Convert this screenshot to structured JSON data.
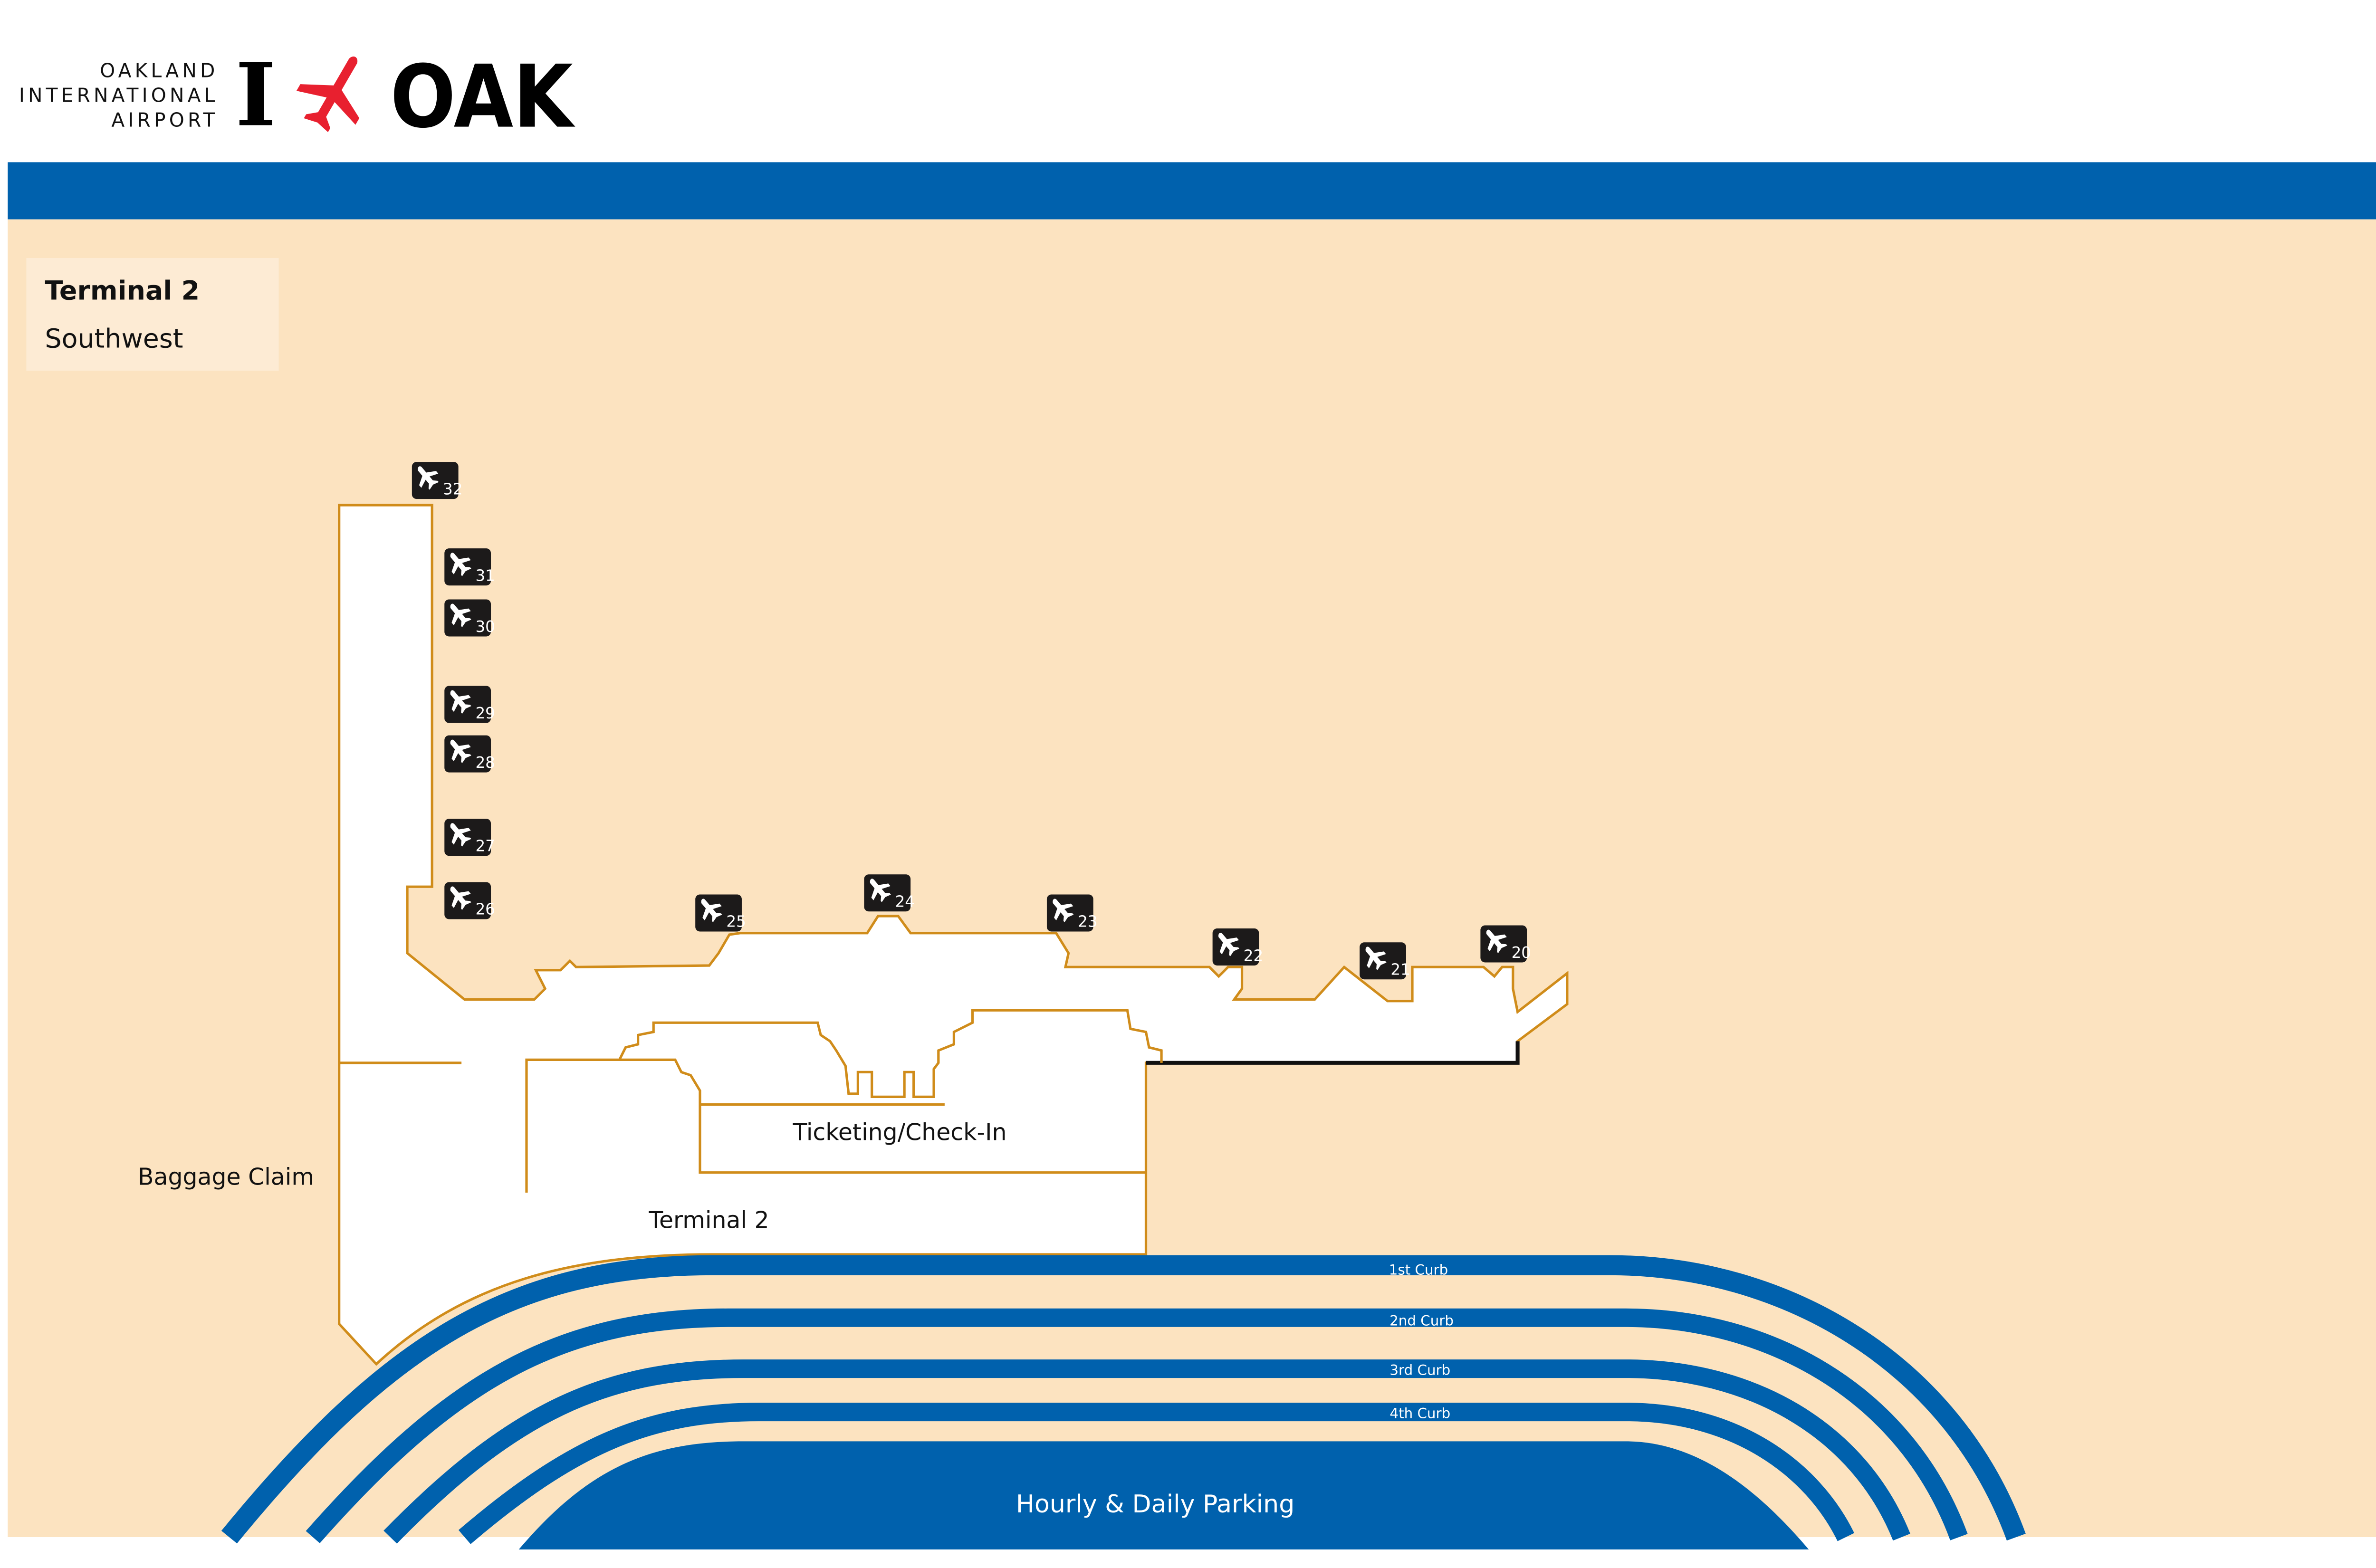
{
  "logo": {
    "line1": "OAKLAND",
    "line2": "INTERNATIONAL",
    "line3": "AIRPORT",
    "i_letter": "I",
    "oak": "OAK",
    "plane_icon": "red-airplane",
    "brand_color": "#e8202f"
  },
  "header_bar_color": "#0061ad",
  "legend": {
    "title": "Terminal 2",
    "subtitle": "Southwest"
  },
  "gates": [
    "32",
    "31",
    "30",
    "29",
    "28",
    "27",
    "26",
    "25",
    "24",
    "23",
    "22",
    "21",
    "20"
  ],
  "labels": {
    "baggage": "Baggage Claim",
    "ticketing": "Ticketing/Check-In",
    "terminal": "Terminal 2",
    "parking": "Hourly & Daily Parking"
  },
  "curbs": [
    "1st Curb",
    "2nd Curb",
    "3rd Curb",
    "4th Curb"
  ],
  "colors": {
    "map_bg": "#fce3c0",
    "outline": "#d08c1a",
    "curb_blue": "#0061ad"
  }
}
